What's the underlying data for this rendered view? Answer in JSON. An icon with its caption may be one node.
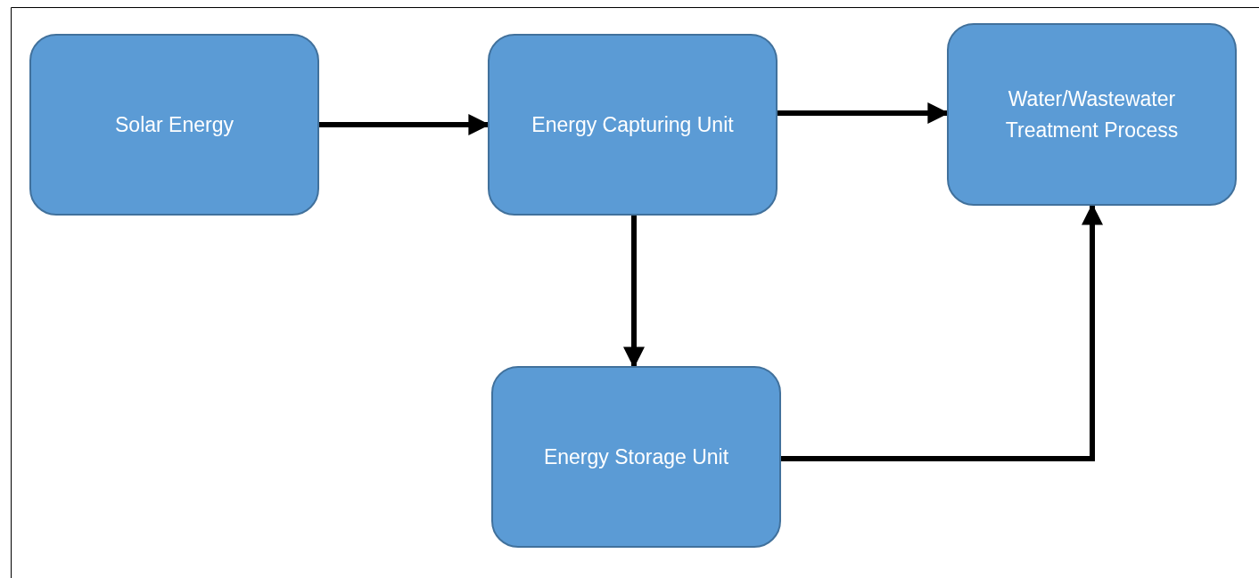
{
  "diagram": {
    "nodes": [
      {
        "text": [
          "Solar Energy"
        ]
      },
      {
        "text": [
          "Energy Capturing Unit"
        ]
      },
      {
        "text": [
          "Water/Wastewater Treatment Process"
        ]
      },
      {
        "text": [
          "Energy Storage Unit"
        ]
      }
    ],
    "edges": [
      {
        "from": 0,
        "to": 1,
        "arrow": "to"
      },
      {
        "from": 1,
        "to": 2,
        "arrow": "to"
      },
      {
        "from": 1,
        "to": 3,
        "arrow": "to"
      },
      {
        "from": 3,
        "to": 2,
        "arrow": "to"
      }
    ]
  }
}
